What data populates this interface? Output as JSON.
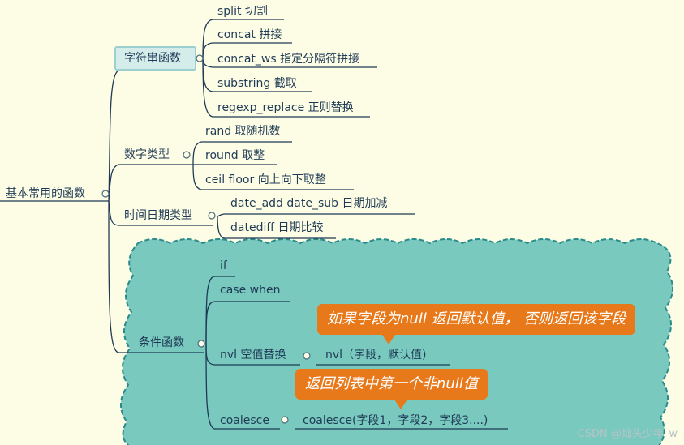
{
  "root": "基本常用的函数",
  "branches": [
    {
      "label": "字符串函数",
      "children": [
        "split 切割",
        "concat 拼接",
        "concat_ws 指定分隔符拼接",
        "substring  截取",
        "regexp_replace 正则替换"
      ]
    },
    {
      "label": "数字类型",
      "children": [
        "rand 取随机数",
        "round 取整",
        "ceil  floor  向上向下取整"
      ]
    },
    {
      "label": "时间日期类型",
      "children": [
        "date_add  date_sub    日期加减",
        "datediff 日期比较"
      ]
    },
    {
      "label": "条件函数",
      "children": [
        "if",
        "case when",
        "nvl  空值替换",
        "coalesce"
      ]
    }
  ],
  "subchildren": {
    "nvl": "nvl（字段，默认值)",
    "coalesce": "coalesce(字段1，字段2，字段3....)"
  },
  "callouts": {
    "nvl_note": "如果字段为null 返回默认值， 否则返回该字段",
    "coalesce_note": "返回列表中第一个非null值"
  },
  "watermark": "CSDN @灿头少年_w",
  "colors": {
    "background": "#fdfde6",
    "line": "#1f3a55",
    "boundary_fill": "#79c9bf",
    "boundary_stroke": "#2a8a8a",
    "selected_fill": "#d4ecea",
    "callout": "#e8791b"
  }
}
